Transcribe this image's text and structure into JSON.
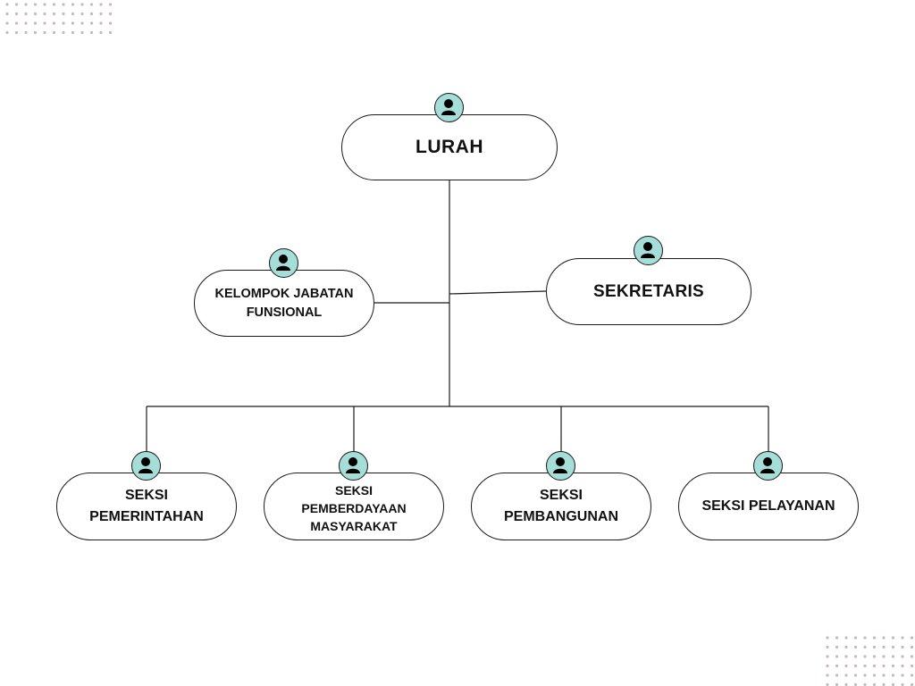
{
  "org_chart": {
    "lurah": {
      "label": "LURAH"
    },
    "functional_group": {
      "line1": "KELOMPOK JABATAN",
      "line2": "FUNSIONAL"
    },
    "secretary": {
      "label": "SEKRETARIS"
    },
    "sections": [
      {
        "lines": [
          "SEKSI",
          "PEMERINTAHAN"
        ]
      },
      {
        "lines": [
          "SEKSI",
          "PEMBERDAYAAN",
          "MASYARAKAT"
        ]
      },
      {
        "lines": [
          "SEKSI",
          "PEMBANGUNAN"
        ]
      },
      {
        "lines": [
          "SEKSI PELAYANAN"
        ]
      }
    ]
  },
  "colors": {
    "avatar_fill": "#a5ddd9",
    "outline": "#1a1a1a",
    "decor_dots": "#c7b8bb"
  },
  "icons": [
    "person-icon"
  ]
}
